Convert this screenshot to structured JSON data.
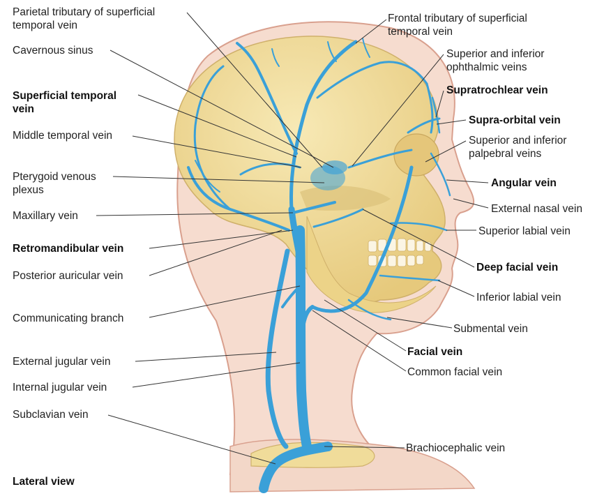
{
  "figure": {
    "caption": "Lateral view",
    "colors": {
      "skin": "#f6dccf",
      "skin_outline": "#d9a08e",
      "bone": "#f0dc9a",
      "bone_shadow": "#dcc27a",
      "vein": "#3aa0d8",
      "vein_dark": "#1f7fbf",
      "leader_line": "#333333"
    }
  },
  "labels_left": [
    {
      "id": "parietal-tributary",
      "text": [
        "Parietal tributary of superficial",
        "temporal vein"
      ],
      "bold": false
    },
    {
      "id": "cavernous-sinus",
      "text": [
        "Cavernous sinus"
      ],
      "bold": false
    },
    {
      "id": "superficial-temporal-vein",
      "text": [
        "Superficial temporal",
        "vein"
      ],
      "bold": true
    },
    {
      "id": "middle-temporal-vein",
      "text": [
        "Middle temporal vein"
      ],
      "bold": false
    },
    {
      "id": "pterygoid-venous-plexus",
      "text": [
        "Pterygoid venous",
        "plexus"
      ],
      "bold": false
    },
    {
      "id": "maxillary-vein",
      "text": [
        "Maxillary vein"
      ],
      "bold": false
    },
    {
      "id": "retromandibular-vein",
      "text": [
        "Retromandibular vein"
      ],
      "bold": true
    },
    {
      "id": "posterior-auricular-vein",
      "text": [
        "Posterior auricular vein"
      ],
      "bold": false
    },
    {
      "id": "communicating-branch",
      "text": [
        "Communicating branch"
      ],
      "bold": false
    },
    {
      "id": "external-jugular-vein",
      "text": [
        "External jugular vein"
      ],
      "bold": false
    },
    {
      "id": "internal-jugular-vein",
      "text": [
        "Internal jugular vein"
      ],
      "bold": false
    },
    {
      "id": "subclavian-vein",
      "text": [
        "Subclavian vein"
      ],
      "bold": false
    }
  ],
  "labels_right": [
    {
      "id": "frontal-tributary",
      "text": [
        "Frontal tributary of superficial",
        "temporal vein"
      ],
      "bold": false
    },
    {
      "id": "ophthalmic-veins",
      "text": [
        "Superior and inferior",
        "ophthalmic veins"
      ],
      "bold": false
    },
    {
      "id": "supratrochlear-vein",
      "text": [
        "Supratrochlear vein"
      ],
      "bold": true
    },
    {
      "id": "supra-orbital-vein",
      "text": [
        "Supra-orbital vein"
      ],
      "bold": true
    },
    {
      "id": "palpebral-veins",
      "text": [
        "Superior and inferior",
        "palpebral veins"
      ],
      "bold": false
    },
    {
      "id": "angular-vein",
      "text": [
        "Angular vein"
      ],
      "bold": true
    },
    {
      "id": "external-nasal-vein",
      "text": [
        "External nasal vein"
      ],
      "bold": false
    },
    {
      "id": "superior-labial-vein",
      "text": [
        "Superior labial vein"
      ],
      "bold": false
    },
    {
      "id": "deep-facial-vein",
      "text": [
        "Deep facial vein"
      ],
      "bold": true
    },
    {
      "id": "inferior-labial-vein",
      "text": [
        "Inferior labial vein"
      ],
      "bold": false
    },
    {
      "id": "submental-vein",
      "text": [
        "Submental vein"
      ],
      "bold": false
    },
    {
      "id": "facial-vein",
      "text": [
        "Facial vein"
      ],
      "bold": true
    },
    {
      "id": "common-facial-vein",
      "text": [
        "Common facial vein"
      ],
      "bold": false
    },
    {
      "id": "brachiocephalic-vein",
      "text": [
        "Brachiocephalic vein"
      ],
      "bold": false
    }
  ]
}
